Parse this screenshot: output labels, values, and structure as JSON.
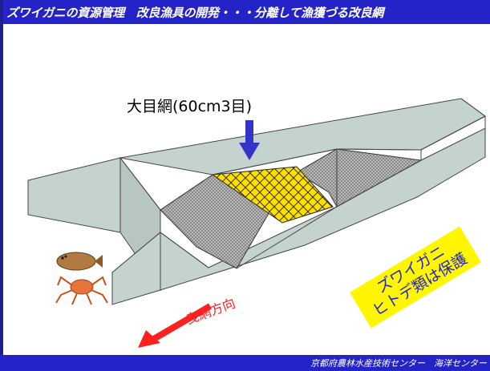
{
  "header": {
    "title": "ズワイガニの資源管理　改良漁具の開発・・・分離して漁獲づる改良網"
  },
  "diagram": {
    "mesh_label": "大目網(60cm3目)",
    "tow_direction_label": "曳網方向",
    "protection_note": {
      "line1": "ズワイガニ",
      "line2": "ヒトデ類は保護"
    },
    "colors": {
      "net_panel": "#c5d3ce",
      "large_mesh": "#ffe000",
      "fine_mesh": "#a8a8a8",
      "arrow_down": "#3333cc",
      "arrow_tow": "#ff2020",
      "sticker": "#fff600",
      "header_bg": "#2323c8"
    },
    "icons": [
      "flatfish-icon",
      "crab-icon"
    ]
  },
  "footer": {
    "text": "京都府農林水産技術センター　海洋センター"
  }
}
